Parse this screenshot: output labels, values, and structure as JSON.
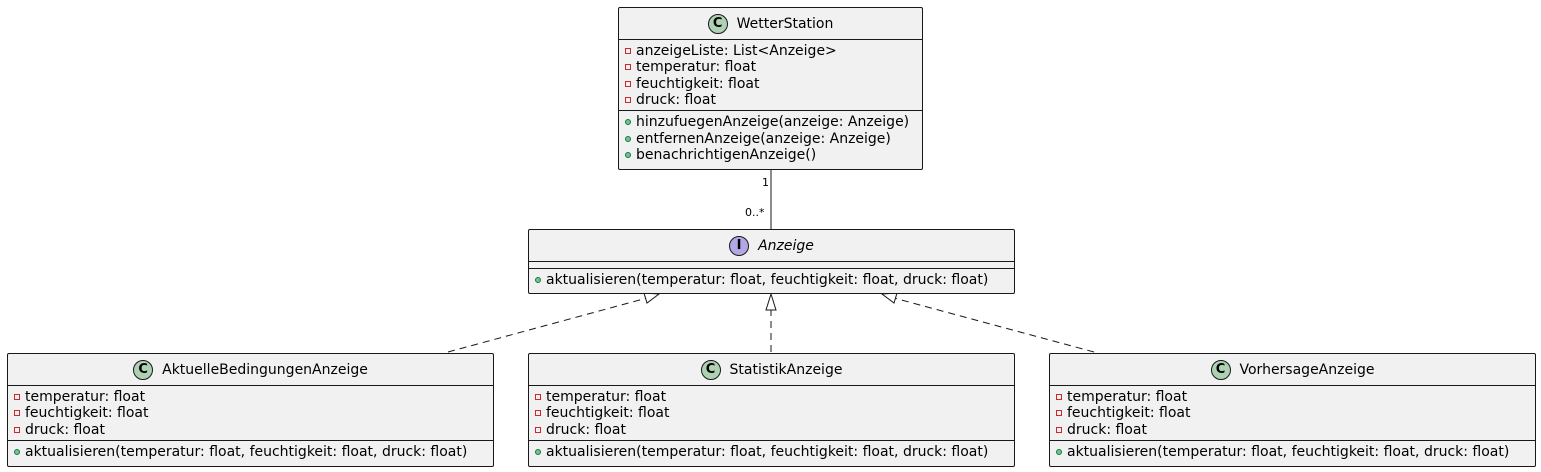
{
  "classes": {
    "wetterstation": {
      "stereotype": "C",
      "name": "WetterStation",
      "attributes": [
        "anzeigeListe: List<Anzeige>",
        "temperatur: float",
        "feuchtigkeit: float",
        "druck: float"
      ],
      "methods": [
        "hinzufuegenAnzeige(anzeige: Anzeige)",
        "entfernenAnzeige(anzeige: Anzeige)",
        "benachrichtigenAnzeige()"
      ]
    },
    "anzeige": {
      "stereotype": "I",
      "name": "Anzeige",
      "attributes": [],
      "methods": [
        "aktualisieren(temperatur: float, feuchtigkeit: float, druck: float)"
      ]
    },
    "aktuelle": {
      "stereotype": "C",
      "name": "AktuelleBedingungenAnzeige",
      "attributes": [
        "temperatur: float",
        "feuchtigkeit: float",
        "druck: float"
      ],
      "methods": [
        "aktualisieren(temperatur: float, feuchtigkeit: float, druck: float)"
      ]
    },
    "statistik": {
      "stereotype": "C",
      "name": "StatistikAnzeige",
      "attributes": [
        "temperatur: float",
        "feuchtigkeit: float",
        "druck: float"
      ],
      "methods": [
        "aktualisieren(temperatur: float, feuchtigkeit: float, druck: float)"
      ]
    },
    "vorhersage": {
      "stereotype": "C",
      "name": "VorhersageAnzeige",
      "attributes": [
        "temperatur: float",
        "feuchtigkeit: float",
        "druck: float"
      ],
      "methods": [
        "aktualisieren(temperatur: float, feuchtigkeit: float, druck: float)"
      ]
    }
  },
  "association": {
    "source_multiplicity": "1",
    "target_multiplicity": "0..*"
  },
  "colors": {
    "class_fill": "#f1f1f1",
    "border": "#181818",
    "class_badge": "#add1b2",
    "interface_badge": "#b4a7e5",
    "private_marker": "#c82930",
    "public_marker": "#84be84"
  }
}
